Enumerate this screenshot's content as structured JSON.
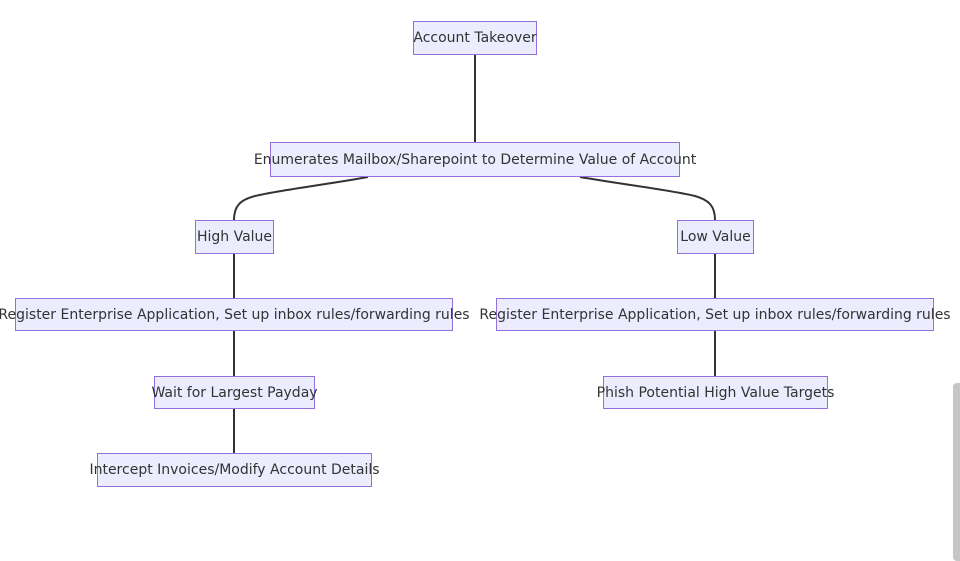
{
  "diagram": {
    "nodes": {
      "account_takeover": "Account Takeover",
      "enumerates": "Enumerates Mailbox/Sharepoint to Determine Value of Account",
      "high_value": "High Value",
      "low_value": "Low Value",
      "register_left": "Register Enterprise Application, Set up inbox rules/forwarding rules",
      "register_right": "Register Enterprise Application, Set up inbox rules/forwarding rules",
      "wait_payday": "Wait for Largest Payday",
      "phish_targets": "Phish Potential High Value Targets",
      "intercept_invoices": "Intercept Invoices/Modify Account Details"
    },
    "edges": [
      [
        "account_takeover",
        "enumerates"
      ],
      [
        "enumerates",
        "high_value"
      ],
      [
        "enumerates",
        "low_value"
      ],
      [
        "high_value",
        "register_left"
      ],
      [
        "low_value",
        "register_right"
      ],
      [
        "register_left",
        "wait_payday"
      ],
      [
        "register_right",
        "phish_targets"
      ],
      [
        "wait_payday",
        "intercept_invoices"
      ]
    ],
    "colors": {
      "node_fill": "#ECECFF",
      "node_border": "#9370DB",
      "edge": "#333333",
      "text": "#333333"
    }
  }
}
